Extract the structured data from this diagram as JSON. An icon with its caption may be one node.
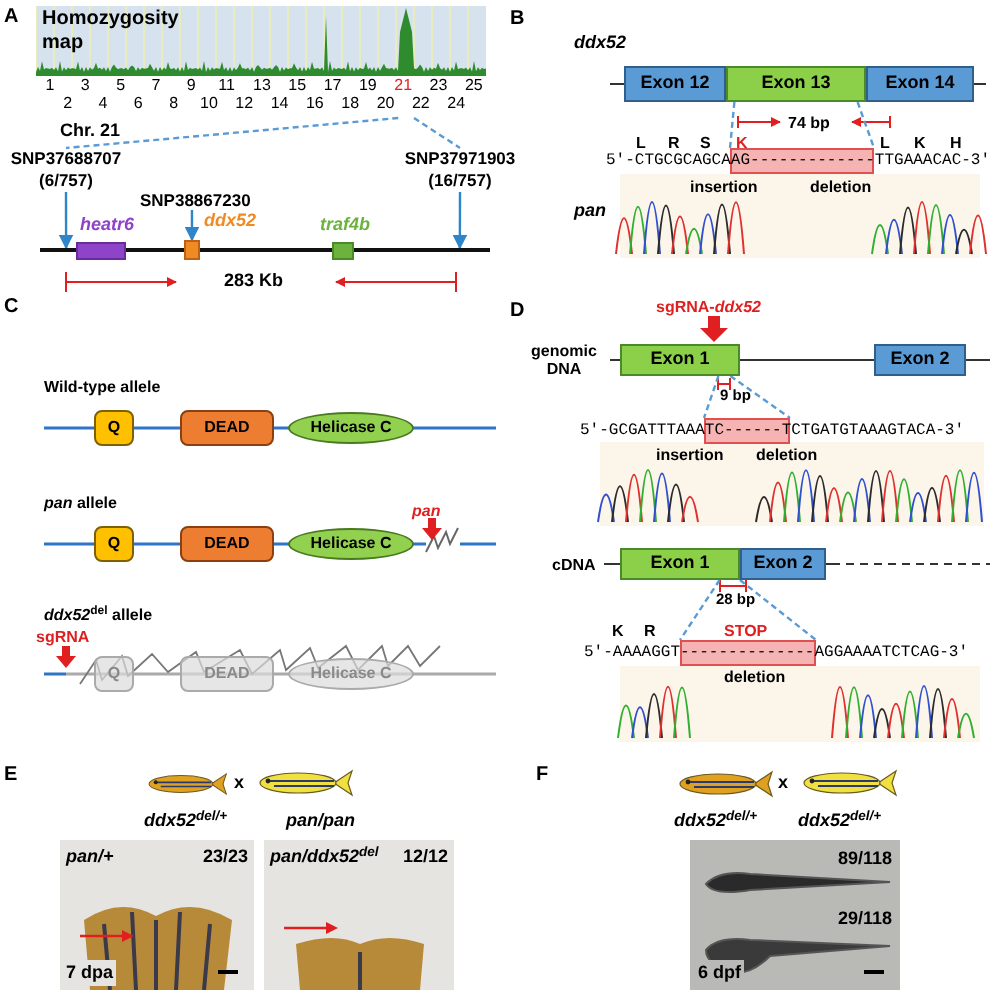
{
  "diagram": {
    "nodes": [
      {
        "text": [
          "Homozygosity map",
          "1",
          "2",
          "3",
          "4",
          "5",
          "6",
          "7",
          "8",
          "9",
          "10",
          "11",
          "12",
          "13",
          "14",
          "15",
          "16",
          "17",
          "18",
          "19",
          "20",
          "21",
          "22",
          "23",
          "24",
          "25"
        ]
      },
      {
        "text": [],
        "shape": "bar"
      },
      {
        "text": [],
        "shape": "box",
        "beside": [
          "heatr6"
        ]
      },
      {
        "text": [],
        "shape": "box",
        "beside": [
          "ddx52"
        ]
      },
      {
        "text": [],
        "shape": "box",
        "beside": [
          "traf4b"
        ]
      },
      {
        "text": [
          "SNP37688707 (6/757)"
        ]
      },
      {
        "text": [
          "SNP38867230"
        ]
      },
      {
        "text": [
          "SNP37971903 (16/757)"
        ]
      },
      {
        "text": [
          "Exon 12"
        ]
      },
      {
        "text": [
          "Exon 13"
        ]
      },
      {
        "text": [
          "Exon 14"
        ]
      },
      {
        "text": [],
        "shape": "box"
      },
      {
        "text": [
          "Q"
        ]
      },
      {
        "text": [
          "DEAD"
        ]
      },
      {
        "text": [
          "Helicase C"
        ]
      },
      {
        "text": [
          "Q"
        ]
      },
      {
        "text": [
          "DEAD"
        ]
      },
      {
        "text": [
          "Helicase C"
        ]
      },
      {
        "text": [
          "Q"
        ]
      },
      {
        "text": [
          "DEAD"
        ]
      },
      {
        "text": [
          "Helicase C"
        ]
      },
      {
        "text": [
          "Exon 1"
        ]
      },
      {
        "text": [
          "Exon 2"
        ]
      },
      {
        "text": [],
        "shape": "box"
      },
      {
        "text": [
          "Exon 1"
        ]
      },
      {
        "text": [
          "Exon 2"
        ]
      },
      {
        "text": [],
        "shape": "box"
      },
      {
        "text": [],
        "shape": "picture"
      },
      {
        "text": [],
        "shape": "picture"
      },
      {
        "text": [
          "pan/+",
          "23/23",
          "7 dpa"
        ]
      },
      {
        "text": [
          "pan/ddx52$^{del}$",
          "12/12"
        ]
      },
      {
        "text": [],
        "shape": "picture"
      },
      {
        "text": [],
        "shape": "picture"
      },
      {
        "text": [
          "89/118",
          "29/118",
          "6 dpf"
        ]
      }
    ],
    "edges": [
      {
        "from": 0,
        "to": 5,
        "arrow": "none",
        "style": "dashed",
        "color": "#5b9bd5"
      },
      {
        "from": 0,
        "to": 7,
        "arrow": "none",
        "style": "dashed",
        "color": "#5b9bd5"
      },
      {
        "from": 5,
        "to": 1,
        "arrow": "to",
        "color": "#2e86c8"
      },
      {
        "from": 6,
        "to": 3,
        "arrow": "to",
        "color": "#2e86c8"
      },
      {
        "from": 7,
        "to": 1,
        "arrow": "to",
        "color": "#2e86c8"
      },
      {
        "from": 9,
        "to": 11,
        "arrow": "none",
        "style": "dashed",
        "color": "#5b9bd5"
      },
      {
        "from": 9,
        "to": 11,
        "arrow": "none",
        "style": "dashed",
        "color": "#5b9bd5"
      },
      {
        "from": 21,
        "to": 23,
        "arrow": "none",
        "style": "dashed",
        "color": "#5b9bd5"
      },
      {
        "from": 21,
        "to": 23,
        "arrow": "none",
        "style": "dashed",
        "color": "#5b9bd5"
      },
      {
        "from": 24,
        "to": 26,
        "arrow": "none",
        "style": "dashed",
        "color": "#5b9bd5"
      },
      {
        "from": 24,
        "to": 26,
        "arrow": "none",
        "style": "dashed",
        "color": "#5b9bd5"
      }
    ],
    "labels": [
      "A",
      "Chr. 21",
      "283 Kb",
      "B",
      "ddx52",
      "74 bp",
      "L",
      "R",
      "S",
      "K",
      "L",
      "K",
      "H",
      "5'-CTGCGCAGCAAG-------------TTGAAACAC-3'",
      "insertion",
      "deletion",
      "pan",
      "C",
      "Wild-type allele",
      "*pan* allele",
      "*ddx52*$^{del}$ allele",
      "pan",
      "sgRNA",
      "D",
      "sgRNA-*ddx52*",
      "genomic DNA",
      "9 bp",
      "5'-GCGATTTAAATC------TCTGATGTAAAGTACA-3'",
      "insertion",
      "deletion",
      "cDNA",
      "28 bp",
      "K",
      "R",
      "5'-AAAAGGT--------------AGGAAAATCTCAG-3'",
      "STOP",
      "deletion",
      "E",
      "x",
      "ddx52$^{del/+}$",
      "pan/pan",
      "F",
      "x",
      "ddx52$^{del/+}$",
      "ddx52$^{del/+}$"
    ]
  }
}
